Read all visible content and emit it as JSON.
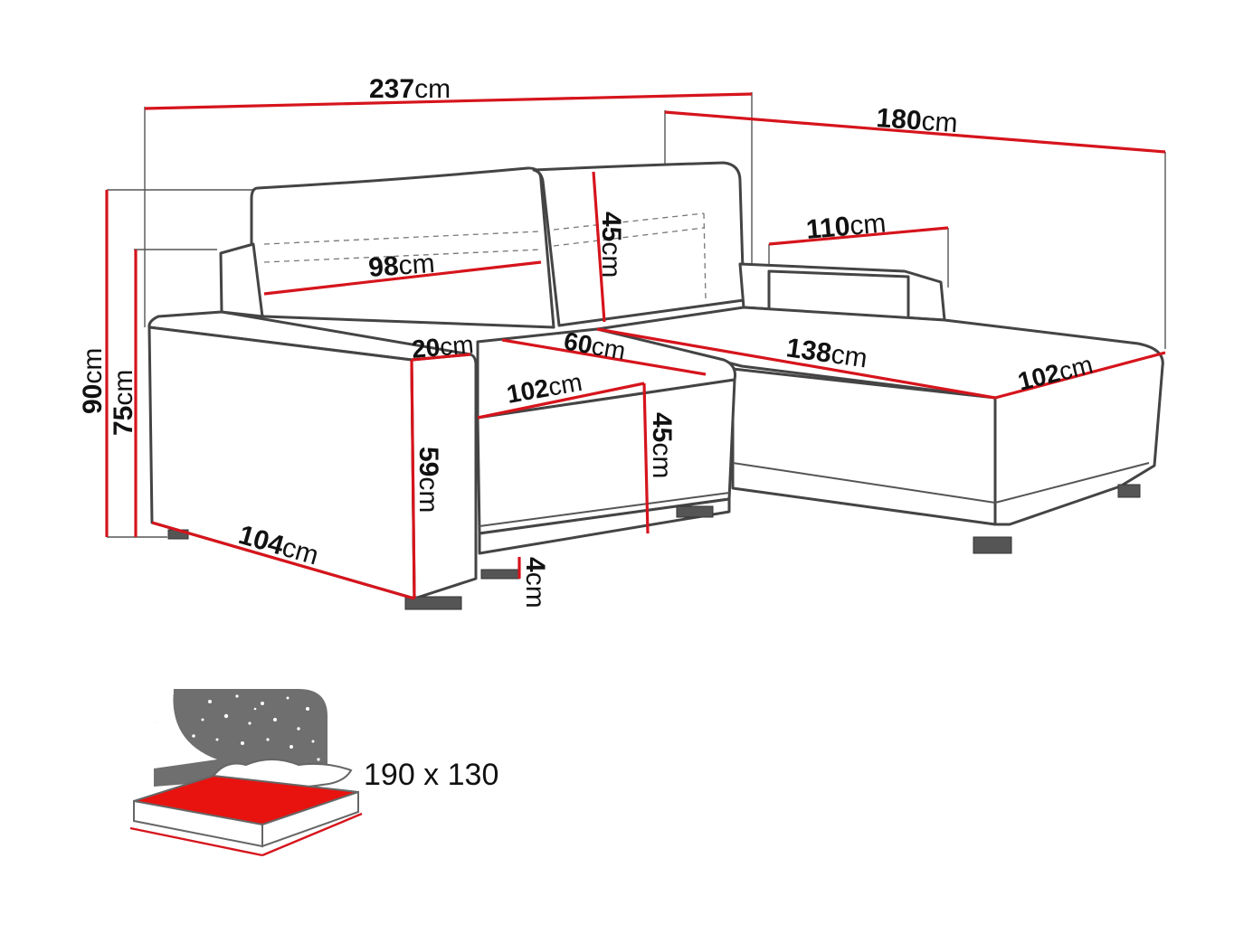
{
  "dimensions": {
    "total_width": {
      "value": "237",
      "unit": "cm"
    },
    "chaise_length": {
      "value": "180",
      "unit": "cm"
    },
    "chaise_back_width": {
      "value": "110",
      "unit": "cm"
    },
    "backrest_width": {
      "value": "98",
      "unit": "cm"
    },
    "backrest_height": {
      "value": "45",
      "unit": "cm"
    },
    "total_height": {
      "value": "90",
      "unit": "cm"
    },
    "armrest_height": {
      "value": "75",
      "unit": "cm"
    },
    "armrest_width": {
      "value": "20",
      "unit": "cm"
    },
    "seat_depth": {
      "value": "60",
      "unit": "cm"
    },
    "seat_width": {
      "value": "102",
      "unit": "cm"
    },
    "chaise_inner_length": {
      "value": "138",
      "unit": "cm"
    },
    "chaise_width": {
      "value": "102",
      "unit": "cm"
    },
    "side_height": {
      "value": "59",
      "unit": "cm"
    },
    "seat_height": {
      "value": "45",
      "unit": "cm"
    },
    "side_depth": {
      "value": "104",
      "unit": "cm"
    },
    "leg_height": {
      "value": "4",
      "unit": "cm"
    }
  },
  "sleeping_area": {
    "label": "190 x 130"
  },
  "colors": {
    "dimension_line": "#d6141c",
    "outline": "#444444",
    "bed_surface": "#e8120f",
    "night_panel": "#6f6f6f"
  }
}
